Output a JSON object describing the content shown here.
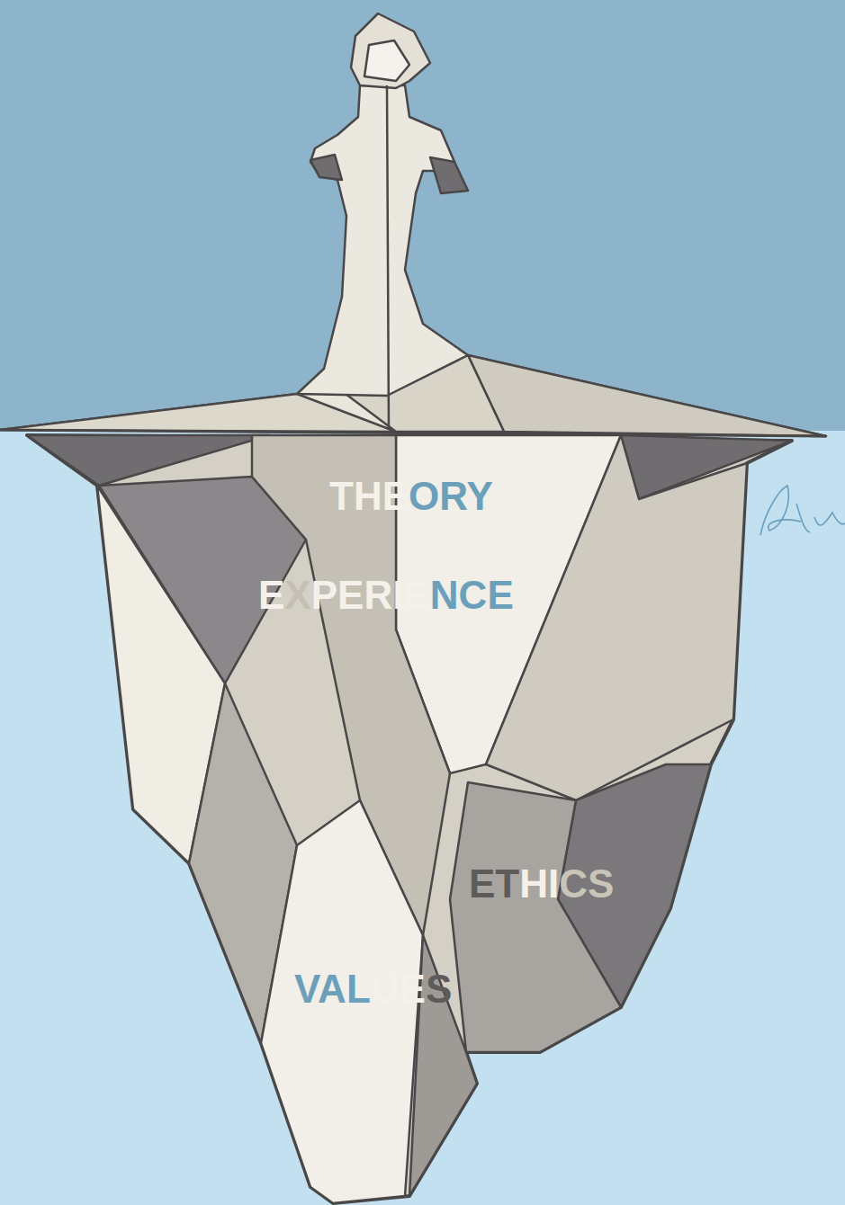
{
  "diagram": {
    "labels": [
      "THEORY",
      "EXPERIENCE",
      "ETHICS",
      "VALUES"
    ]
  }
}
